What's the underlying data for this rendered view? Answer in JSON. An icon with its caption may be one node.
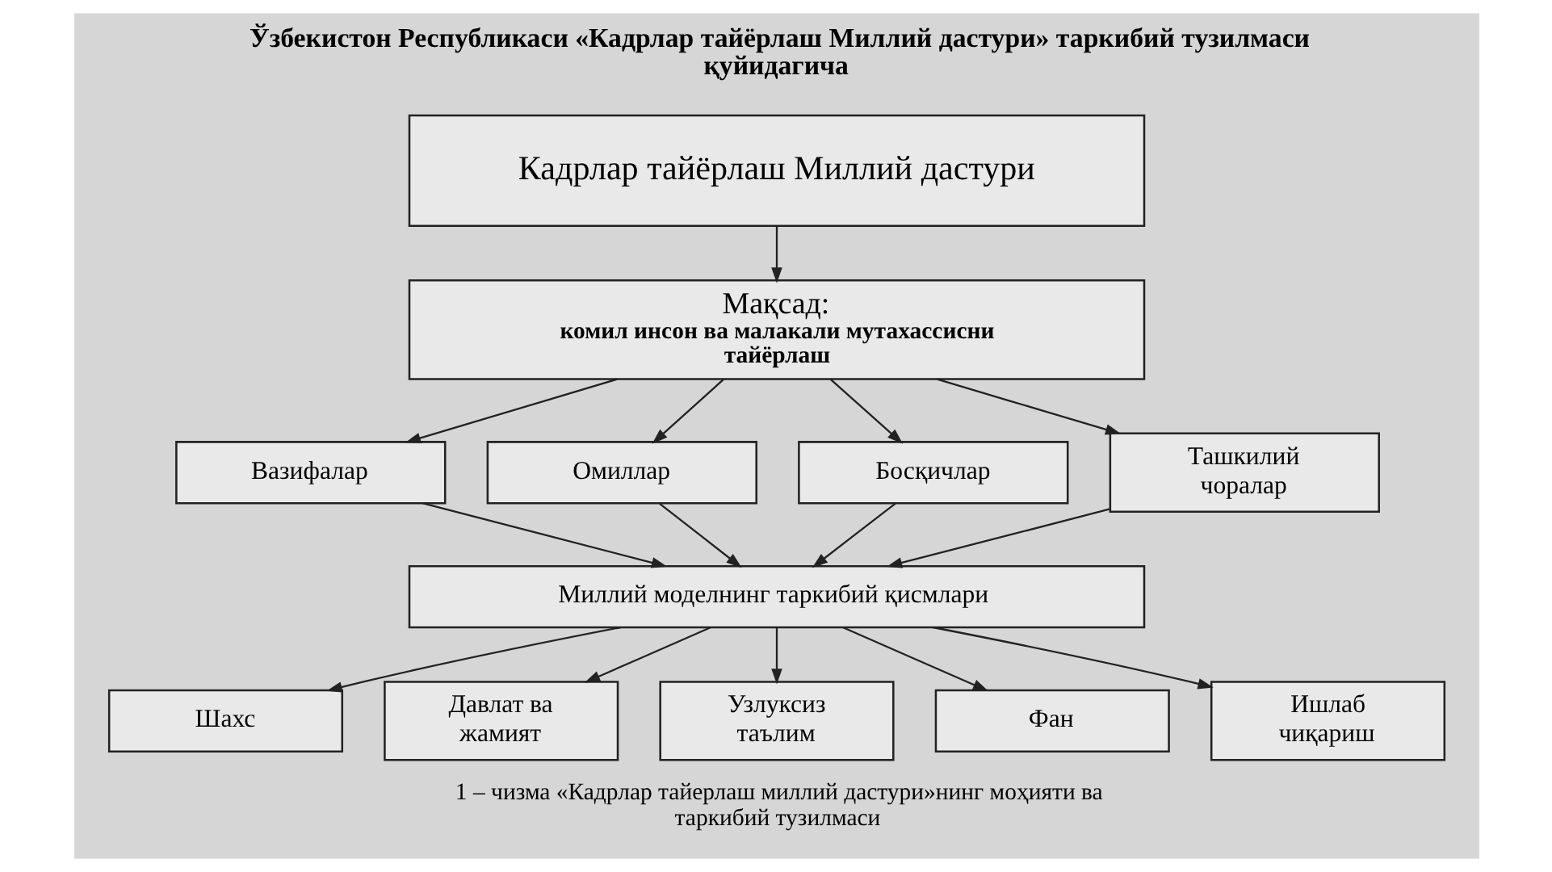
{
  "diagram": {
    "title": "Ўзбекистон Республикаси «Кадрлар тайёрлаш Миллий дастури» таркибий тузилмаси қуйидагича",
    "caption": "1 – чизма «Кадрлар тайерлаш миллий дастури»нинг моҳияти ва таркибий тузилмаси",
    "nodes": [
      {
        "text": [
          "Кадрлар тайёрлаш Миллий дастури"
        ]
      },
      {
        "text": [
          "Мақсад:",
          "комил инсон ва малакали мутахассисни тайёрлаш"
        ]
      },
      {
        "text": [
          "Вазифалар"
        ]
      },
      {
        "text": [
          "Омиллар"
        ]
      },
      {
        "text": [
          "Босқичлар"
        ]
      },
      {
        "text": [
          "Ташкилий чоралар"
        ]
      },
      {
        "text": [
          "Миллий моделнинг таркибий қисмлари"
        ]
      },
      {
        "text": [
          "Шахс"
        ]
      },
      {
        "text": [
          "Давлат ва жамият"
        ]
      },
      {
        "text": [
          "Узлуксиз таълим"
        ]
      },
      {
        "text": [
          "Фан"
        ]
      },
      {
        "text": [
          "Ишлаб чиқариш"
        ]
      }
    ],
    "edges": [
      {
        "from": 0,
        "to": 1,
        "arrow": "to"
      },
      {
        "from": 1,
        "to": 2,
        "arrow": "to"
      },
      {
        "from": 1,
        "to": 3,
        "arrow": "to"
      },
      {
        "from": 1,
        "to": 4,
        "arrow": "to"
      },
      {
        "from": 1,
        "to": 5,
        "arrow": "to"
      },
      {
        "from": 2,
        "to": 6,
        "arrow": "to"
      },
      {
        "from": 3,
        "to": 6,
        "arrow": "to"
      },
      {
        "from": 4,
        "to": 6,
        "arrow": "to"
      },
      {
        "from": 5,
        "to": 6,
        "arrow": "to"
      },
      {
        "from": 6,
        "to": 7,
        "arrow": "to"
      },
      {
        "from": 6,
        "to": 8,
        "arrow": "to"
      },
      {
        "from": 6,
        "to": 9,
        "arrow": "to"
      },
      {
        "from": 6,
        "to": 10,
        "arrow": "to"
      },
      {
        "from": 6,
        "to": 11,
        "arrow": "to"
      }
    ]
  }
}
